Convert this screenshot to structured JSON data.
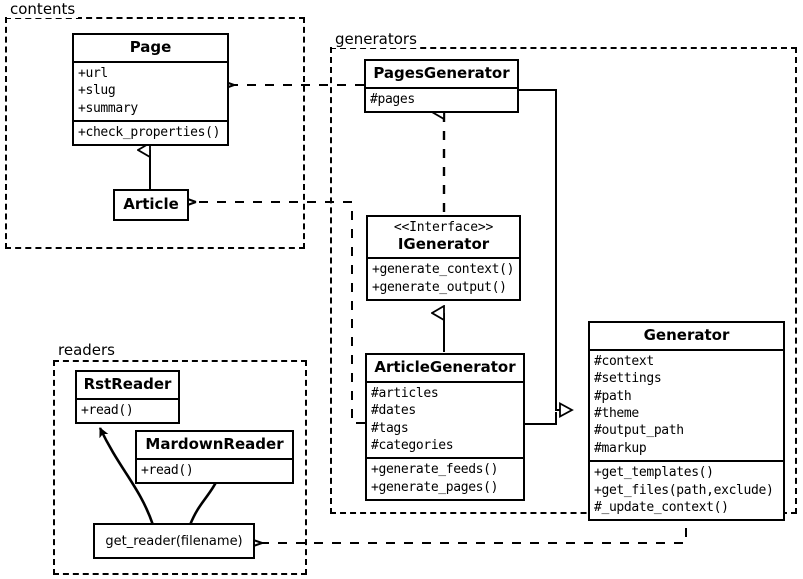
{
  "diagram": {
    "type": "uml-class-diagram",
    "packages": [
      {
        "id": "contents",
        "label": "contents"
      },
      {
        "id": "generators",
        "label": "generators"
      },
      {
        "id": "readers",
        "label": "readers"
      }
    ],
    "classes": [
      {
        "id": "page",
        "name": "Page",
        "package": "contents",
        "attributes": [
          "+url",
          "+slug",
          "+summary"
        ],
        "methods": [
          "+check_properties()"
        ]
      },
      {
        "id": "article",
        "name": "Article",
        "package": "contents",
        "attributes": [],
        "methods": []
      },
      {
        "id": "pagesgenerator",
        "name": "PagesGenerator",
        "package": "generators",
        "attributes": [
          "#pages"
        ],
        "methods": []
      },
      {
        "id": "igenerator",
        "stereotype": "<<Interface>>",
        "name": "IGenerator",
        "package": "generators",
        "attributes": [],
        "methods": [
          "+generate_context()",
          "+generate_output()"
        ]
      },
      {
        "id": "articlegenerator",
        "name": "ArticleGenerator",
        "package": "generators",
        "attributes": [
          "#articles",
          "#dates",
          "#tags",
          "#categories"
        ],
        "methods": [
          "+generate_feeds()",
          "+generate_pages()"
        ]
      },
      {
        "id": "generator",
        "name": "Generator",
        "package": "generators",
        "attributes": [
          "#context",
          "#settings",
          "#path",
          "#theme",
          "#output_path",
          "#markup"
        ],
        "methods": [
          "+get_templates()",
          "+get_files(path,exclude)",
          "#_update_context()"
        ]
      },
      {
        "id": "rstreader",
        "name": "RstReader",
        "package": "readers",
        "attributes": [],
        "methods": [
          "+read()"
        ]
      },
      {
        "id": "mardownreader",
        "name": "MardownReader",
        "package": "readers",
        "attributes": [],
        "methods": [
          "+read()"
        ]
      }
    ],
    "functions": [
      {
        "id": "get_reader",
        "label": "get_reader(filename)",
        "package": "readers"
      }
    ],
    "relationships": [
      {
        "from": "article",
        "to": "page",
        "type": "generalization"
      },
      {
        "from": "articlegenerator",
        "to": "igenerator",
        "type": "generalization"
      },
      {
        "from": "pagesgenerator",
        "to": "igenerator",
        "type": "realization"
      },
      {
        "from": "pagesgenerator",
        "to": "generator",
        "type": "generalization"
      },
      {
        "from": "articlegenerator",
        "to": "generator",
        "type": "generalization"
      },
      {
        "from": "pagesgenerator",
        "to": "page",
        "type": "dependency"
      },
      {
        "from": "articlegenerator",
        "to": "article",
        "type": "dependency"
      },
      {
        "from": "generator",
        "to": "get_reader",
        "type": "dependency"
      },
      {
        "from": "get_reader",
        "to": "rstreader",
        "type": "dependency"
      },
      {
        "from": "get_reader",
        "to": "mardownreader",
        "type": "dependency"
      }
    ],
    "colors": {
      "stroke": "#000000",
      "background": "#ffffff",
      "text": "#000000"
    }
  }
}
